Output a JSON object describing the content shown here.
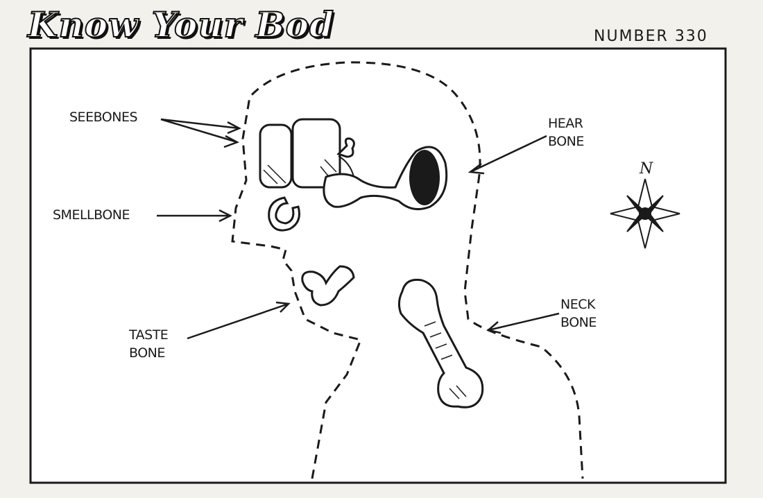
{
  "header": {
    "title": "Know Your Bod",
    "number": "NUMBER 330"
  },
  "labels": {
    "seebones": "SEEBONES",
    "smellbone": "SMELLBONE",
    "taste_line1": "TASTE",
    "taste_line2": "BONE",
    "hear_line1": "HEAR",
    "hear_line2": "BONE",
    "neck_line1": "NECK",
    "neck_line2": "BONE"
  },
  "compass": {
    "north_label": "N"
  },
  "colors": {
    "ink": "#1a1a1a",
    "paper": "#f2f1ec",
    "panel": "#ffffff"
  }
}
